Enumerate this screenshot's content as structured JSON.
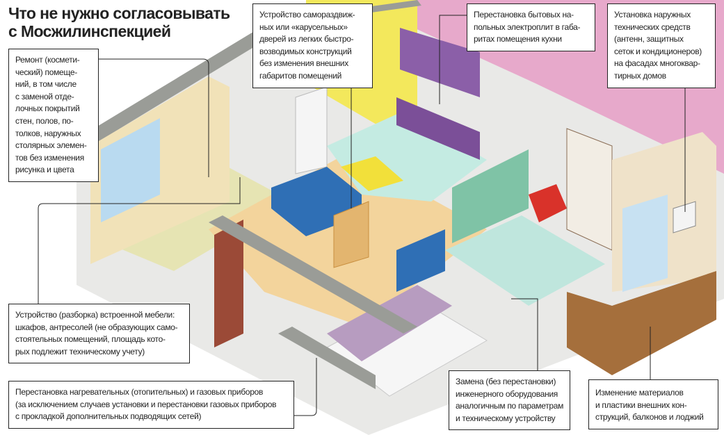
{
  "title": "Что не нужно согласовывать\nс Мосжилинспекцией",
  "callouts": {
    "repair": "Ремонт (космети-\nческий) помеще-\nний, в том числе\nс заменой отде-\nлочных покрытий\nстен, полов, по-\nтолков, наружных\nстолярных элемен-\nтов без изменения\nрисунка и цвета",
    "doors": "Устройство самораздвиж-\nных или «карусельных»\nдверей из легких быстро-\nвозводимых конструкций\nбез изменения внешних\nгабаритов помещений",
    "stoves": "Перестановка бытовых на-\nпольных электроплит в габа-\nритах помещения кухни",
    "facade": "Установка наружных\nтехнических средств\n(антенн, защитных\nсеток и кондиционеров)\nна фасадах многоквар-\nтирных домов",
    "furniture": "Устройство (разборка) встроенной мебели:\nшкафов, антресолей (не образующих само-\nстоятельных помещений, площадь кото-\nрых подлежит техническому учету)",
    "heating": "Перестановка нагревательных (отопительных) и газовых приборов\n(за исключением случаев установки и перестановки газовых приборов\nс прокладкой дополнительных подводящих сетей)",
    "equipment": "Замена (без перестановки)\nинженерного оборудования\nаналогичным по параметрам\nи техническому устройству",
    "balcony": "Изменение материалов\nи пластики внешних кон-\nструкций, балконов и лоджий"
  },
  "colors": {
    "wall": "#9a9c97",
    "pink_wall": "#e7a9cb",
    "yellow_wall": "#f3e85c",
    "living_floor": "#f3d49c",
    "tiles": "#c4ebe2",
    "cabinets": "#8b5fa8",
    "sofa": "#2f6fb5",
    "door": "#9b4a37",
    "balcony": "#a56f3c"
  }
}
